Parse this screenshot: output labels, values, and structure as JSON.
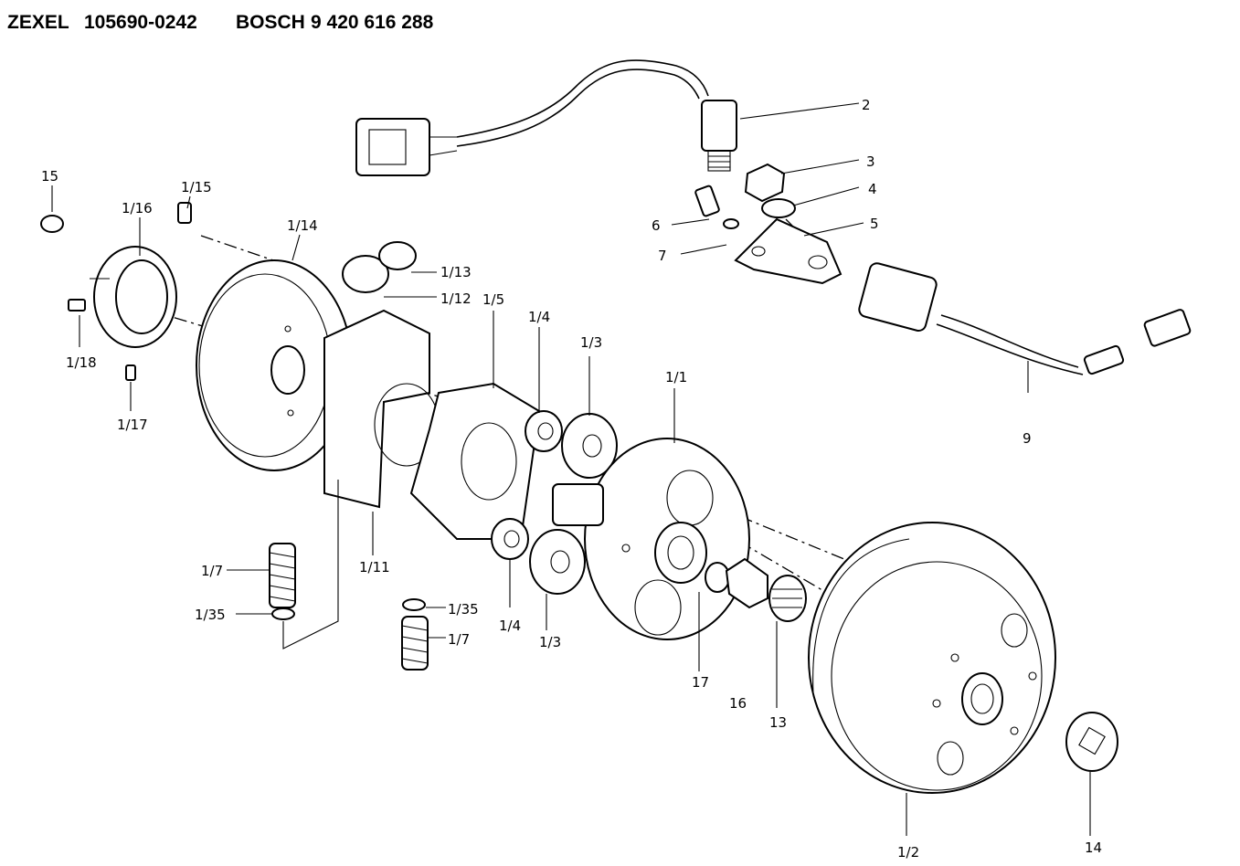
{
  "header": {
    "brand1": "ZEXEL",
    "part1": "105690-0242",
    "brand2": "BOSCH",
    "part2": "9 420 616 288"
  },
  "callouts": {
    "c2": "2",
    "c3": "3",
    "c4": "4",
    "c5": "5",
    "c6": "6",
    "c7": "7",
    "c9": "9",
    "c15": "15",
    "c1_15": "1/15",
    "c1_16": "1/16",
    "c1_14": "1/14",
    "c1_13": "1/13",
    "c1_12": "1/12",
    "c1_5": "1/5",
    "c1_4a": "1/4",
    "c1_3a": "1/3",
    "c1_1": "1/1",
    "c1_18": "1/18",
    "c1_17": "1/17",
    "c1_11": "1/11",
    "c1_7a": "1/7",
    "c1_35a": "1/35",
    "c1_35b": "1/35",
    "c1_7b": "1/7",
    "c1_4b": "1/4",
    "c1_3b": "1/3",
    "c17": "17",
    "c16": "16",
    "c13": "13",
    "c1_2": "1/2",
    "c14": "14"
  }
}
